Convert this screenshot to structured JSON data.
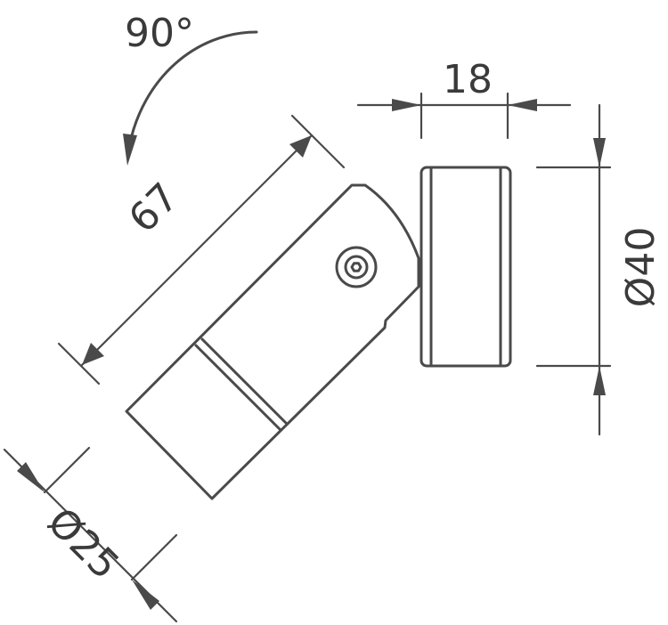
{
  "drawing": {
    "rotation_label": "90°",
    "length_label": "67",
    "depth_label": "18",
    "base_diameter_label": "Ø40",
    "head_diameter_label": "Ø25"
  }
}
